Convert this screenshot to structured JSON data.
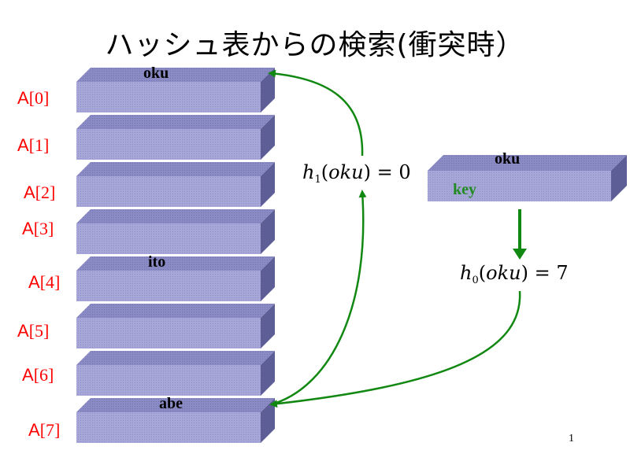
{
  "title": "ハッシュ表からの検索(衝突時）",
  "table": {
    "slots": [
      {
        "label_prefix": "A",
        "label_index": "[0]",
        "value": "oku"
      },
      {
        "label_prefix": "A",
        "label_index": "[1]",
        "value": ""
      },
      {
        "label_prefix": "A",
        "label_index": "[2]",
        "value": ""
      },
      {
        "label_prefix": "A",
        "label_index": "[3]",
        "value": ""
      },
      {
        "label_prefix": "A",
        "label_index": "[4]",
        "value": "ito"
      },
      {
        "label_prefix": "A",
        "label_index": "[5]",
        "value": ""
      },
      {
        "label_prefix": "A",
        "label_index": "[6]",
        "value": ""
      },
      {
        "label_prefix": "A",
        "label_index": "[7]",
        "value": "abe"
      }
    ]
  },
  "key_box": {
    "value": "oku",
    "caption": "key"
  },
  "formulas": {
    "h0": {
      "func": "h",
      "sub": "0",
      "arg": "oku",
      "result": "7"
    },
    "h1": {
      "func": "h",
      "sub": "1",
      "arg": "oku",
      "result": "0"
    }
  },
  "page_number": "1",
  "colors": {
    "box_front": "#a3a3d6",
    "box_top": "#8585bf",
    "box_side": "#5e5e96",
    "label": "#ff0000",
    "arrow": "#118811",
    "key_text": "#228b22"
  }
}
